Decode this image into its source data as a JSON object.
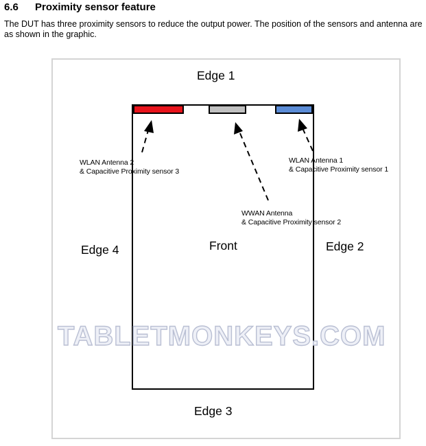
{
  "section": {
    "number": "6.6",
    "title": "Proximity sensor feature",
    "intro": "The DUT has three proximity sensors to reduce the output power. The position of the sensors and antenna are as shown in the graphic."
  },
  "figure": {
    "edge_top": "Edge 1",
    "edge_right": "Edge 2",
    "edge_bottom": "Edge 3",
    "edge_left": "Edge 4",
    "center": "Front",
    "antennas": [
      {
        "line1": "WLAN Antenna 2",
        "line2": "& Capacitive Proximity  sensor 3",
        "color": "#e8141c"
      },
      {
        "line1": "WWAN Antenna",
        "line2": "& Capacitive Proximity  sensor 2",
        "color": "#c0c0c0"
      },
      {
        "line1": "WLAN Antenna 1",
        "line2": "& Capacitive Proximity  sensor 1",
        "color": "#5b8cd6"
      }
    ]
  },
  "watermark": "TABLETMONKEYS.COM"
}
